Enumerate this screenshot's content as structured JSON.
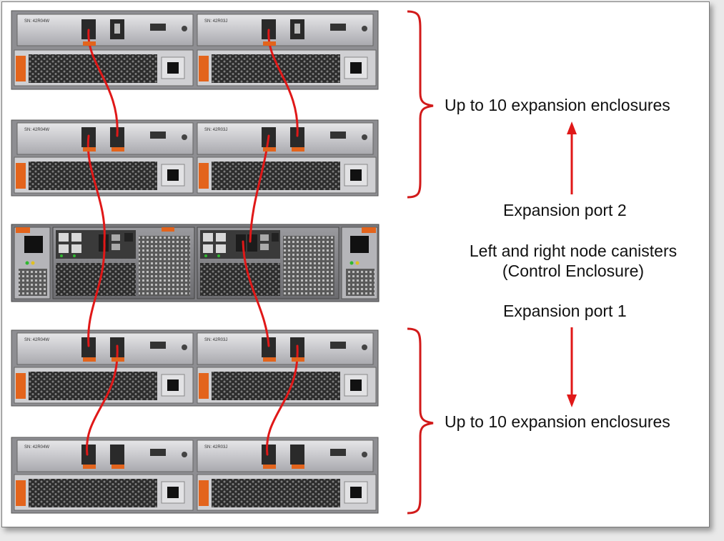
{
  "labels": {
    "top_group": "Up to 10 expansion enclosures",
    "expansion_port_2": "Expansion port 2",
    "canisters_line1": "Left and right node canisters",
    "canisters_line2": "(Control Enclosure)",
    "expansion_port_1": "Expansion port 1",
    "bottom_group": "Up to 10 expansion enclosures"
  },
  "enclosure_serials": {
    "left": "SN: 42R04W",
    "right": "SN: 42R03J"
  },
  "colors": {
    "cable": "#e01818",
    "bracket": "#d21a1a",
    "arrow": "#e01818",
    "chassis": "#c9c9cc",
    "orange_tab": "#e3641c"
  }
}
